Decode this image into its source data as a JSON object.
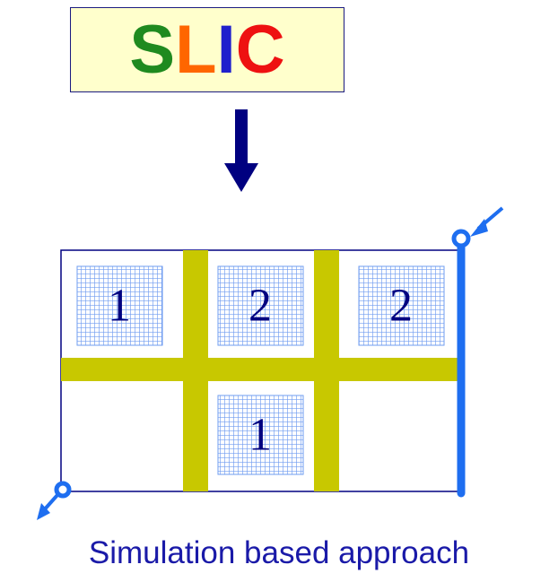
{
  "title": {
    "letters": [
      "S",
      "L",
      "I",
      "C"
    ],
    "colors": [
      "#1f8a1f",
      "#ff6600",
      "#2020cc",
      "#ee1111"
    ]
  },
  "layout_grid": {
    "cell_labels": [
      "1",
      "2",
      "2",
      "1"
    ]
  },
  "caption": "Simulation based approach",
  "colors": {
    "border": "#000080",
    "arrow": "#000080",
    "channel": "#c8c800",
    "power_rail": "#1e6ef0",
    "cell_fill": "#6f9cf0"
  }
}
